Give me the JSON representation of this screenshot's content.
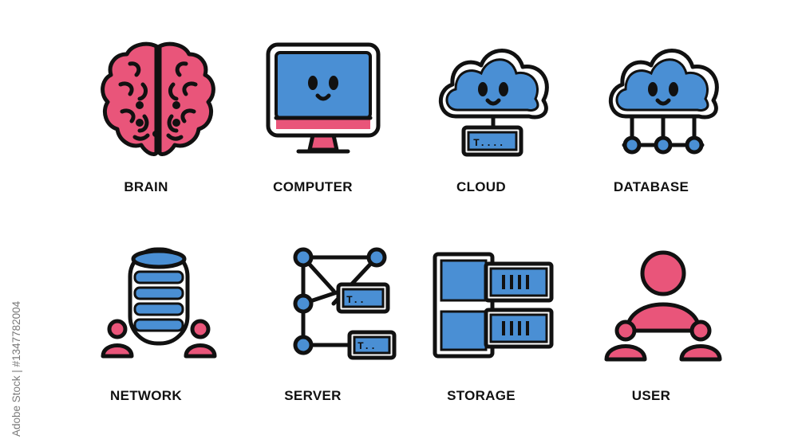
{
  "icons": {
    "brain": {
      "label": "BRAIN",
      "icon": "brain-icon"
    },
    "computer": {
      "label": "COMPUTER",
      "icon": "computer-icon"
    },
    "cloud": {
      "label": "CLOUD",
      "icon": "cloud-icon"
    },
    "database": {
      "label": "DATABASE",
      "icon": "cloud-database-icon"
    },
    "network": {
      "label": "NETWORK",
      "icon": "server-stack-network-icon"
    },
    "server": {
      "label": "SERVER",
      "icon": "server-tree-icon"
    },
    "storage": {
      "label": "STORAGE",
      "icon": "storage-rack-icon"
    },
    "user": {
      "label": "USER",
      "icon": "user-network-icon"
    }
  },
  "colors": {
    "pink": "#e9557a",
    "blue": "#4a8fd4",
    "outline": "#111111",
    "background": "#ffffff"
  },
  "stock_id": "Adobe Stock | #1347782004"
}
